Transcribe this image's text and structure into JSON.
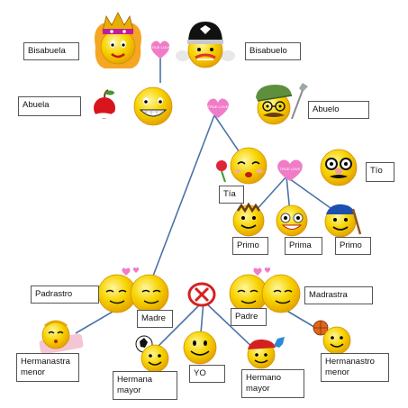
{
  "labels": {
    "bisabuela": "Bisabuela",
    "bisabuelo": "Bisabuelo",
    "abuela": "Abuela",
    "abuelo": "Abuelo",
    "tia": "Tía",
    "tio": "Tío",
    "primo1": "Primo",
    "prima": "Prima",
    "primo2": "Primo",
    "padrastro": "Padrastro",
    "madre": "Madre",
    "padre": "Padre",
    "madrastra": "Madrastra",
    "hermanastra_menor": "Hermanastra menor",
    "hermana_mayor": "Hermana mayor",
    "yo": "YO",
    "hermano_mayor": "Hermano mayor",
    "hermanastro_menor": "Hermanastro menor"
  },
  "heart_text": "TRUE LOVE",
  "colors": {
    "line": "#4a73a8",
    "smiley": "#f5d000",
    "heart": "#f07cc8",
    "divorce": "#d42020"
  }
}
